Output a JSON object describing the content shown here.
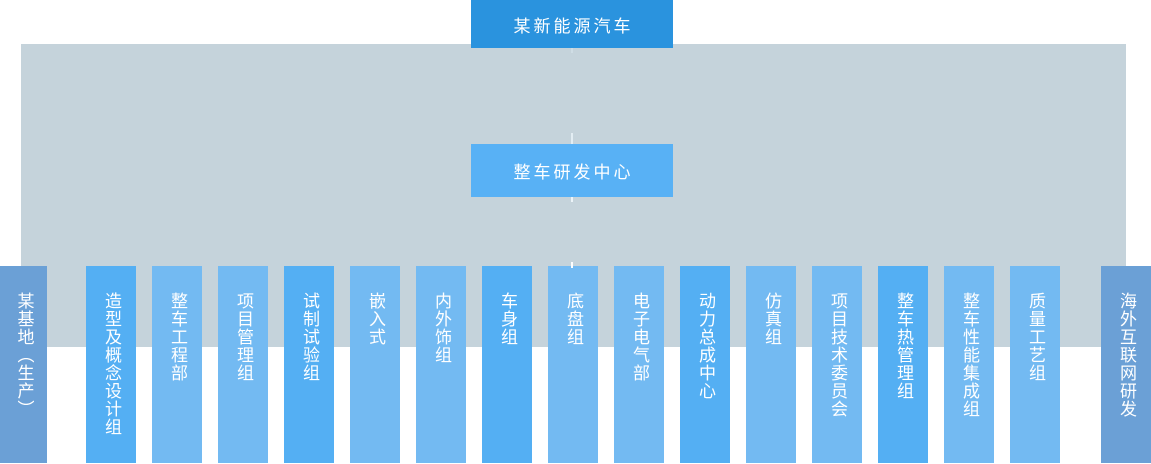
{
  "root": {
    "label": "某新能源汽车"
  },
  "center": {
    "label": "整车研发中心"
  },
  "departments": [
    {
      "label": "某基地（生产）",
      "variant": "dark"
    },
    {
      "label": "造型及概念设计组",
      "variant": "bright"
    },
    {
      "label": "整车工程部",
      "variant": "light"
    },
    {
      "label": "项目管理组",
      "variant": "light"
    },
    {
      "label": "试制试验组",
      "variant": "bright"
    },
    {
      "label": "嵌入式",
      "variant": "light"
    },
    {
      "label": "内外饰组",
      "variant": "light"
    },
    {
      "label": "车身组",
      "variant": "bright"
    },
    {
      "label": "底盘组",
      "variant": "light"
    },
    {
      "label": "电子电气部",
      "variant": "light"
    },
    {
      "label": "动力总成中心",
      "variant": "bright"
    },
    {
      "label": "仿真组",
      "variant": "light"
    },
    {
      "label": "项目技术委员会",
      "variant": "light"
    },
    {
      "label": "整车热管理组",
      "variant": "bright"
    },
    {
      "label": "整车性能集成组",
      "variant": "light"
    },
    {
      "label": "质量工艺组",
      "variant": "light"
    },
    {
      "label": "海外互联网研发",
      "variant": "dark"
    }
  ],
  "colors": {
    "root_box": "#2a93de",
    "center_box": "#58b1f5",
    "panel": "#c5d3db",
    "column_bright": "#54aff3",
    "column_light": "#73baf2",
    "column_dark": "#6ba0d6",
    "text": "#ffffff"
  }
}
